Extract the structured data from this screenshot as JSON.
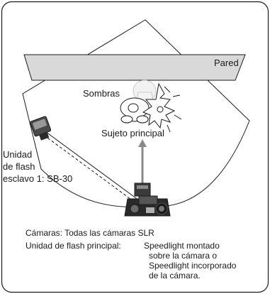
{
  "labels": {
    "wall": "Pared",
    "shadows": "Sombras",
    "subject": "Sujeto principal",
    "slave_flash_lines": [
      "Unidad",
      "de flash",
      "esclavo 1: SB-30"
    ],
    "cameras_line": "Cámaras: Todas las cámaras SLR",
    "main_flash_label": "Unidad de flash principal:",
    "main_flash_desc_lines": [
      "Speedlight montado",
      "sobre la cámara o",
      "Speedlight incorporado",
      "de la cámara."
    ]
  },
  "icons": [
    "slave-flash-icon",
    "camera-icon",
    "subject-figure-icon",
    "flower-icon"
  ],
  "colors": {
    "wall_fill": "#d9d9d9",
    "outline": "#1a1a1a",
    "arrow": "#8a8a8a"
  }
}
